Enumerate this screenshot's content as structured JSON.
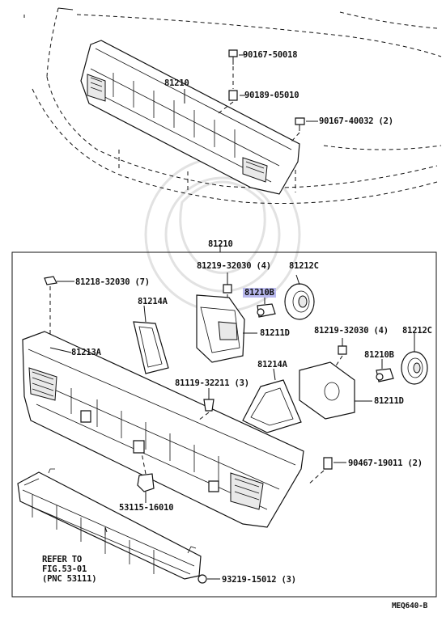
{
  "parts": {
    "p_90167_50018": "90167-50018",
    "p_81210_top": "81210",
    "p_90189_05010": "90189-05010",
    "p_90167_40032": "90167-40032 (2)",
    "p_81210_box": "81210",
    "p_81219_32030_a": "81219-32030 (4)",
    "p_81212c_a": "81212C",
    "p_81218_32030": "81218-32030 (7)",
    "p_81210b_a": "81210B",
    "p_81214a_a": "81214A",
    "p_81211d_a": "81211D",
    "p_81213a": "81213A",
    "p_81219_32030_b": "81219-32030 (4)",
    "p_81212c_b": "81212C",
    "p_81214a_b": "81214A",
    "p_81210b_b": "81210B",
    "p_81119_32211": "81119-32211 (3)",
    "p_81211d_b": "81211D",
    "p_90467_19011": "90467-19011 (2)",
    "p_53115_16010": "53115-16010",
    "refer_1": "REFER TO",
    "refer_2": "FIG.53-01",
    "refer_3": "(PNC 53111)",
    "p_93219_15012": "93219-15012 (3)",
    "diagram_code": "MEQ640-B"
  }
}
